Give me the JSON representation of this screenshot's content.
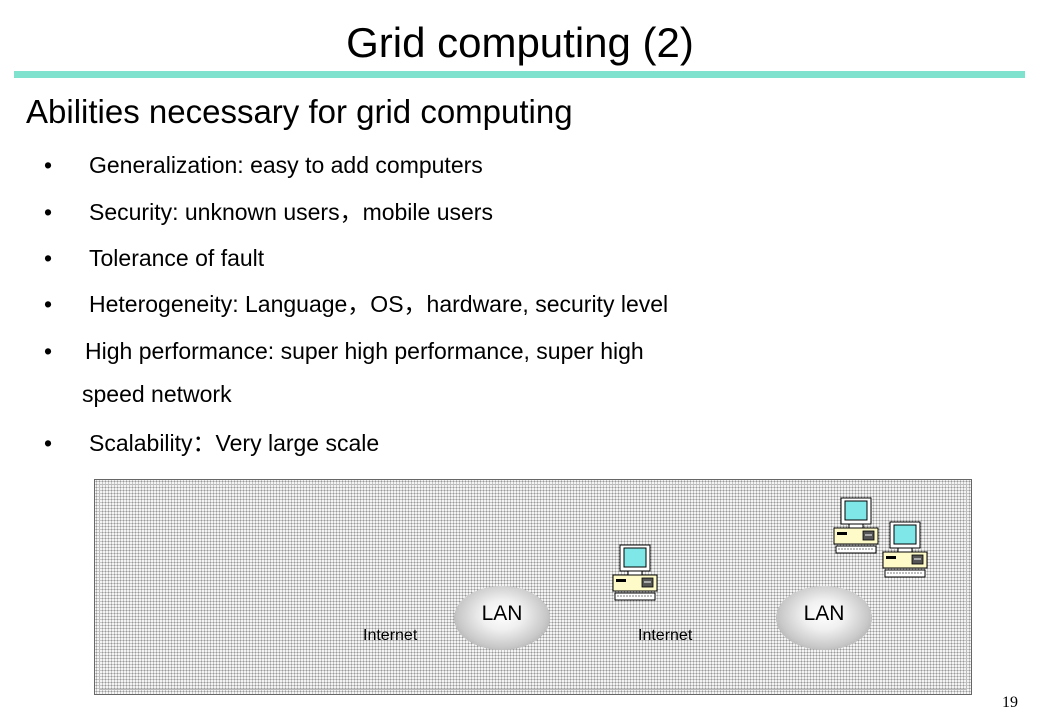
{
  "slide": {
    "title": "Grid computing (2)",
    "subtitle": "Abilities necessary for grid computing",
    "bullets": [
      "Generalization: easy to add computers",
      "Security:   unknown users，mobile users",
      "Tolerance of fault",
      "Heterogeneity: Language，OS，hardware, security level",
      "High performance: super high performance, super high",
      "Scalability：Very large scale"
    ],
    "bullet_continuation": "speed network",
    "bullet_symbol": "•",
    "page_number": "19"
  },
  "diagram": {
    "lan_labels": [
      "LAN",
      "LAN"
    ],
    "internet_labels": [
      "Internet",
      "Internet"
    ],
    "icons": [
      "computer-icon",
      "computer-icon",
      "computer-icon"
    ]
  },
  "colors": {
    "title_rule": "#7ee2cf",
    "monitor_screen": "#7fe7e7",
    "cpu_body": "#fffbc8"
  }
}
